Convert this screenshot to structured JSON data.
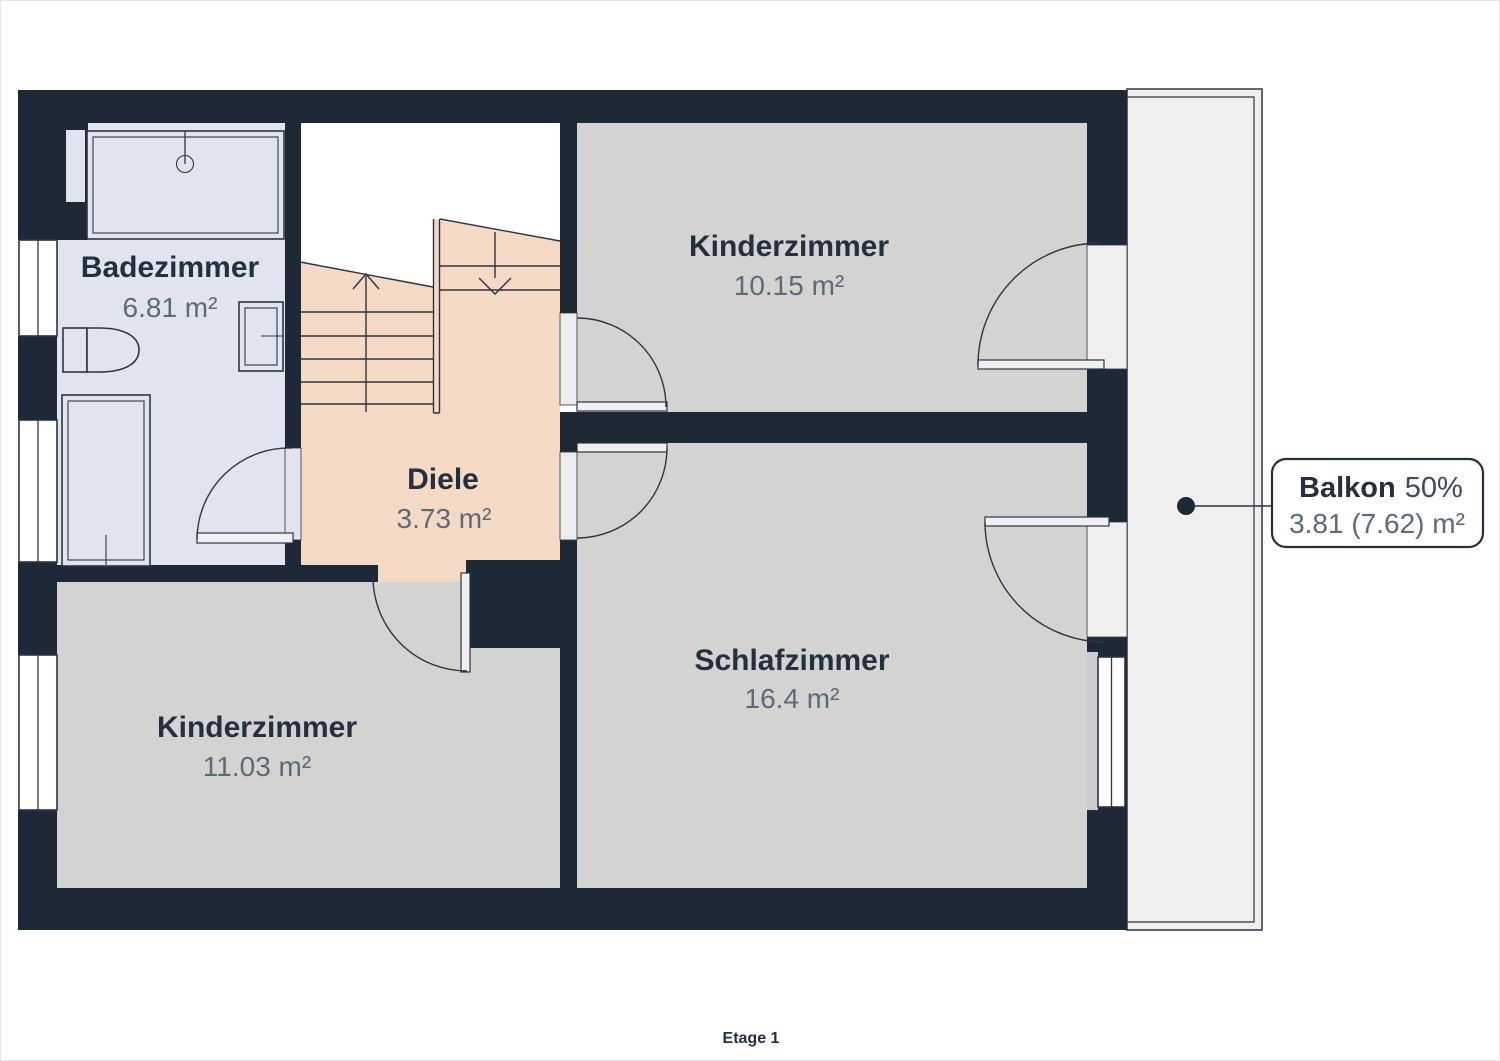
{
  "colors": {
    "wall": "#1e2937",
    "line": "#2b3545",
    "room": "#d3d3d2",
    "bath": "#dfe4ef",
    "diele": "#f4dac5",
    "balcony": "#f0efed",
    "sill": "#c9cbcf",
    "opening": "#ededee",
    "leaf": "#eef0f3",
    "label": "#233040",
    "share_text": "#3d4a5c",
    "area_text": "#5d6a79"
  },
  "floorplan": {
    "floor_label": "Etage 1",
    "rooms": {
      "badezimmer": {
        "name": "Badezimmer",
        "area": "6.81 m²"
      },
      "kinderzimmer_top": {
        "name": "Kinderzimmer",
        "area": "10.15 m²"
      },
      "diele": {
        "name": "Diele",
        "area": "3.73 m²"
      },
      "schlafzimmer": {
        "name": "Schlafzimmer",
        "area": "16.4 m²"
      },
      "kinderzimmer_bottom": {
        "name": "Kinderzimmer",
        "area": "11.03 m²"
      }
    },
    "balcony": {
      "name": "Balkon",
      "share": "50%",
      "area": "3.81 (7.62) m²"
    }
  }
}
